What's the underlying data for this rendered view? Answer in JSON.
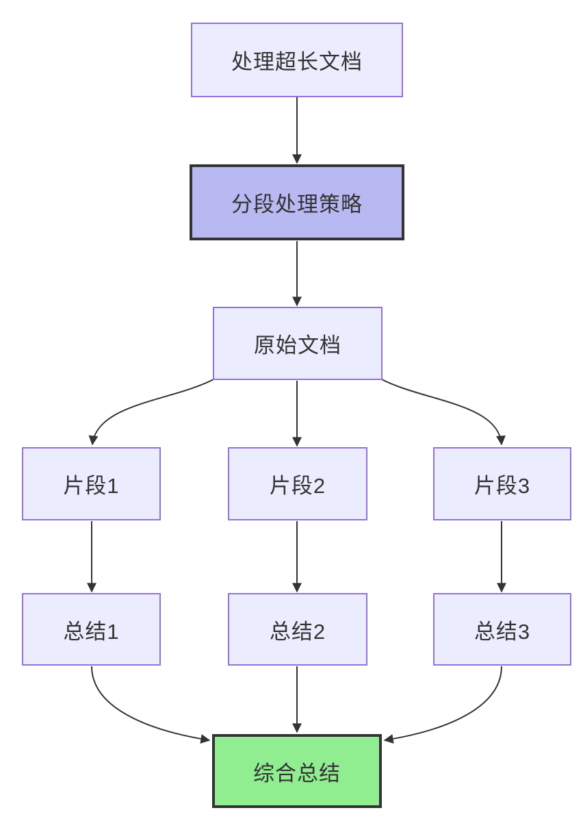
{
  "diagram": {
    "type": "flowchart",
    "direction": "top-down",
    "colors": {
      "background": "#ffffff",
      "node_fill": "#ECECFF",
      "node_border": "#9370DB",
      "emphasis_fill": "#B8B8F2",
      "emphasis_border": "#333333",
      "success_fill": "#90EE90",
      "success_border": "#333333",
      "edge": "#333333",
      "text": "#333333"
    },
    "nodes": [
      {
        "id": "doc",
        "label": "处理超长文档",
        "style": "default"
      },
      {
        "id": "strategy",
        "label": "分段处理策略",
        "style": "emphasis"
      },
      {
        "id": "original",
        "label": "原始文档",
        "style": "default"
      },
      {
        "id": "chunk1",
        "label": "片段1",
        "style": "default"
      },
      {
        "id": "chunk2",
        "label": "片段2",
        "style": "default"
      },
      {
        "id": "chunk3",
        "label": "片段3",
        "style": "default"
      },
      {
        "id": "summary1",
        "label": "总结1",
        "style": "default"
      },
      {
        "id": "summary2",
        "label": "总结2",
        "style": "default"
      },
      {
        "id": "summary3",
        "label": "总结3",
        "style": "default"
      },
      {
        "id": "final",
        "label": "综合总结",
        "style": "success"
      }
    ],
    "edges": [
      {
        "from": "doc",
        "to": "strategy"
      },
      {
        "from": "strategy",
        "to": "original"
      },
      {
        "from": "original",
        "to": "chunk1"
      },
      {
        "from": "original",
        "to": "chunk2"
      },
      {
        "from": "original",
        "to": "chunk3"
      },
      {
        "from": "chunk1",
        "to": "summary1"
      },
      {
        "from": "chunk2",
        "to": "summary2"
      },
      {
        "from": "chunk3",
        "to": "summary3"
      },
      {
        "from": "summary1",
        "to": "final"
      },
      {
        "from": "summary2",
        "to": "final"
      },
      {
        "from": "summary3",
        "to": "final"
      }
    ]
  }
}
